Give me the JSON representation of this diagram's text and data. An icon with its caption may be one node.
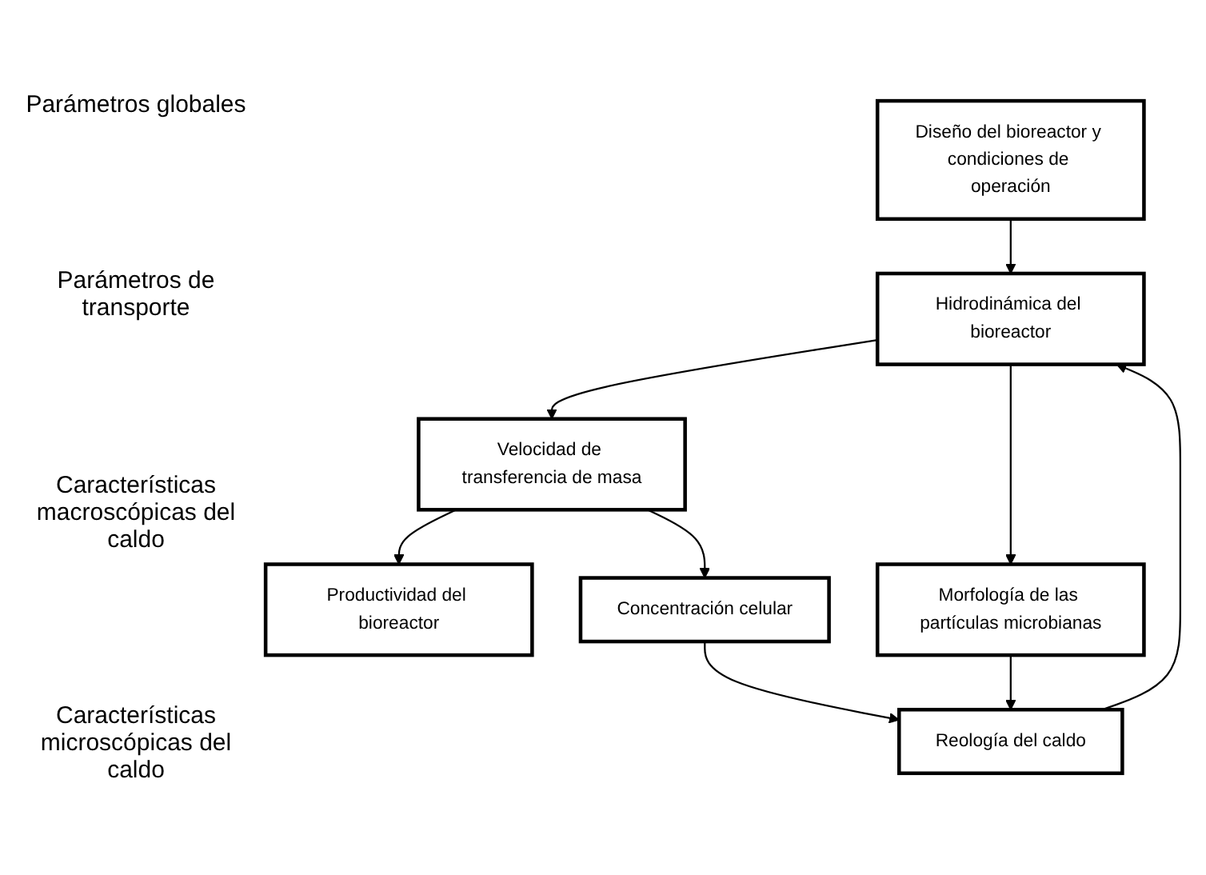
{
  "diagram": {
    "nodes": [
      {
        "text": [
          "Productividad del bioreactor"
        ]
      },
      {
        "text": [
          "Diseño del bioreactor y condiciones de operación"
        ]
      },
      {
        "text": [
          "Velocidad de transferencia de masa"
        ]
      },
      {
        "text": [
          "Hidrodinámica del bioreactor"
        ]
      },
      {
        "text": [
          "Concentración celular"
        ]
      },
      {
        "text": [
          "Reología del caldo"
        ]
      },
      {
        "text": [
          "Morfología de las partículas microbianas"
        ]
      }
    ],
    "edges": [
      {
        "from": 2,
        "to": 0,
        "arrow": "to"
      },
      {
        "from": 1,
        "to": 3,
        "arrow": "to"
      },
      {
        "from": 3,
        "to": 2,
        "arrow": "to"
      },
      {
        "from": 2,
        "to": 4,
        "arrow": "to"
      },
      {
        "from": 4,
        "to": 5,
        "arrow": "to"
      },
      {
        "from": 5,
        "to": 3,
        "arrow": "to"
      },
      {
        "from": 6,
        "to": 5,
        "arrow": "to"
      },
      {
        "from": 3,
        "to": 6,
        "arrow": "to"
      }
    ],
    "labels": [
      "Parámetros globales",
      "Parámetros de transporte",
      "Características macroscópicas del caldo",
      "Características microscópicas del caldo"
    ]
  }
}
